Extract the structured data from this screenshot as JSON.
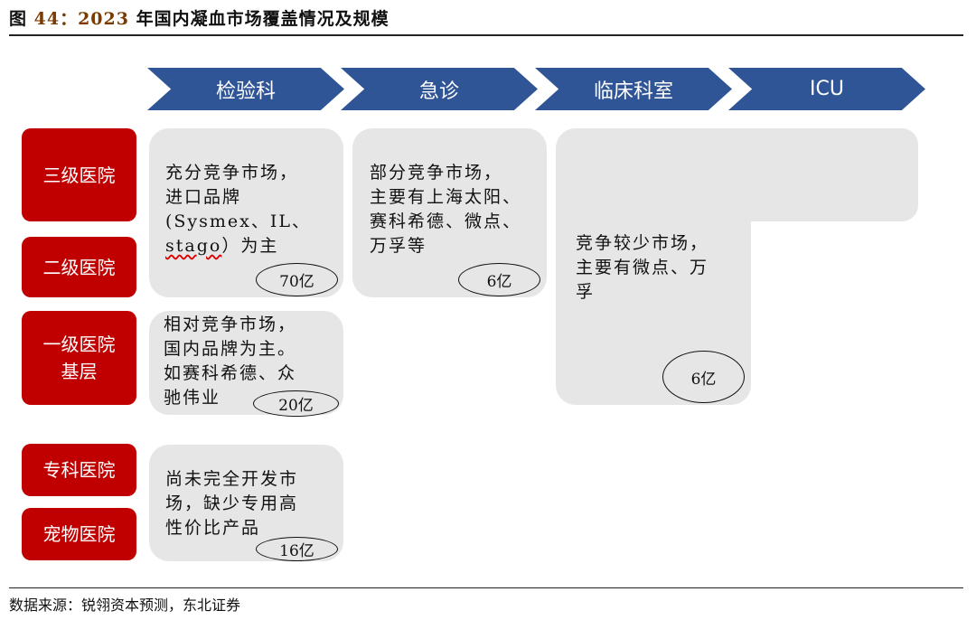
{
  "title": {
    "prefix": "图 ",
    "number": "44：2023",
    "text": " 年国内凝血市场覆盖情况及规模"
  },
  "columns": [
    "检验科",
    "急诊",
    "临床科室",
    "ICU"
  ],
  "hospital_levels": [
    "三级医院",
    "二级医院",
    "一级医院基层",
    "专科医院",
    "宠物医院"
  ],
  "cells": {
    "lab_top": {
      "lines": [
        "充分竞争市场，",
        "进口品牌",
        "(Sysmex、IL、"
      ],
      "last_wavy": "stago",
      "last_rest": "）为主",
      "size": "70亿"
    },
    "emergency_top": {
      "lines": [
        "部分竞争市场，",
        "主要有上海太阳、",
        "赛科希德、微点、",
        "万孚等"
      ],
      "size": "6亿"
    },
    "clinical": {
      "lines": [
        "竞争较少市场，",
        "主要有微点、万",
        "孚"
      ],
      "size": "6亿"
    },
    "lab_mid": {
      "lines": [
        "相对竞争市场，",
        "国内品牌为主。",
        "如赛科希德、众",
        "驰伟业"
      ],
      "size": "20亿"
    },
    "lab_bottom": {
      "lines": [
        "尚未完全开发市",
        "场，缺少专用高",
        "性价比产品"
      ],
      "size": "16亿"
    }
  },
  "source": "数据来源：锐翎资本预测，东北证券",
  "colors": {
    "chevron": "#2f5597",
    "hospital": "#c00000",
    "cell": "#e7e6e6"
  }
}
